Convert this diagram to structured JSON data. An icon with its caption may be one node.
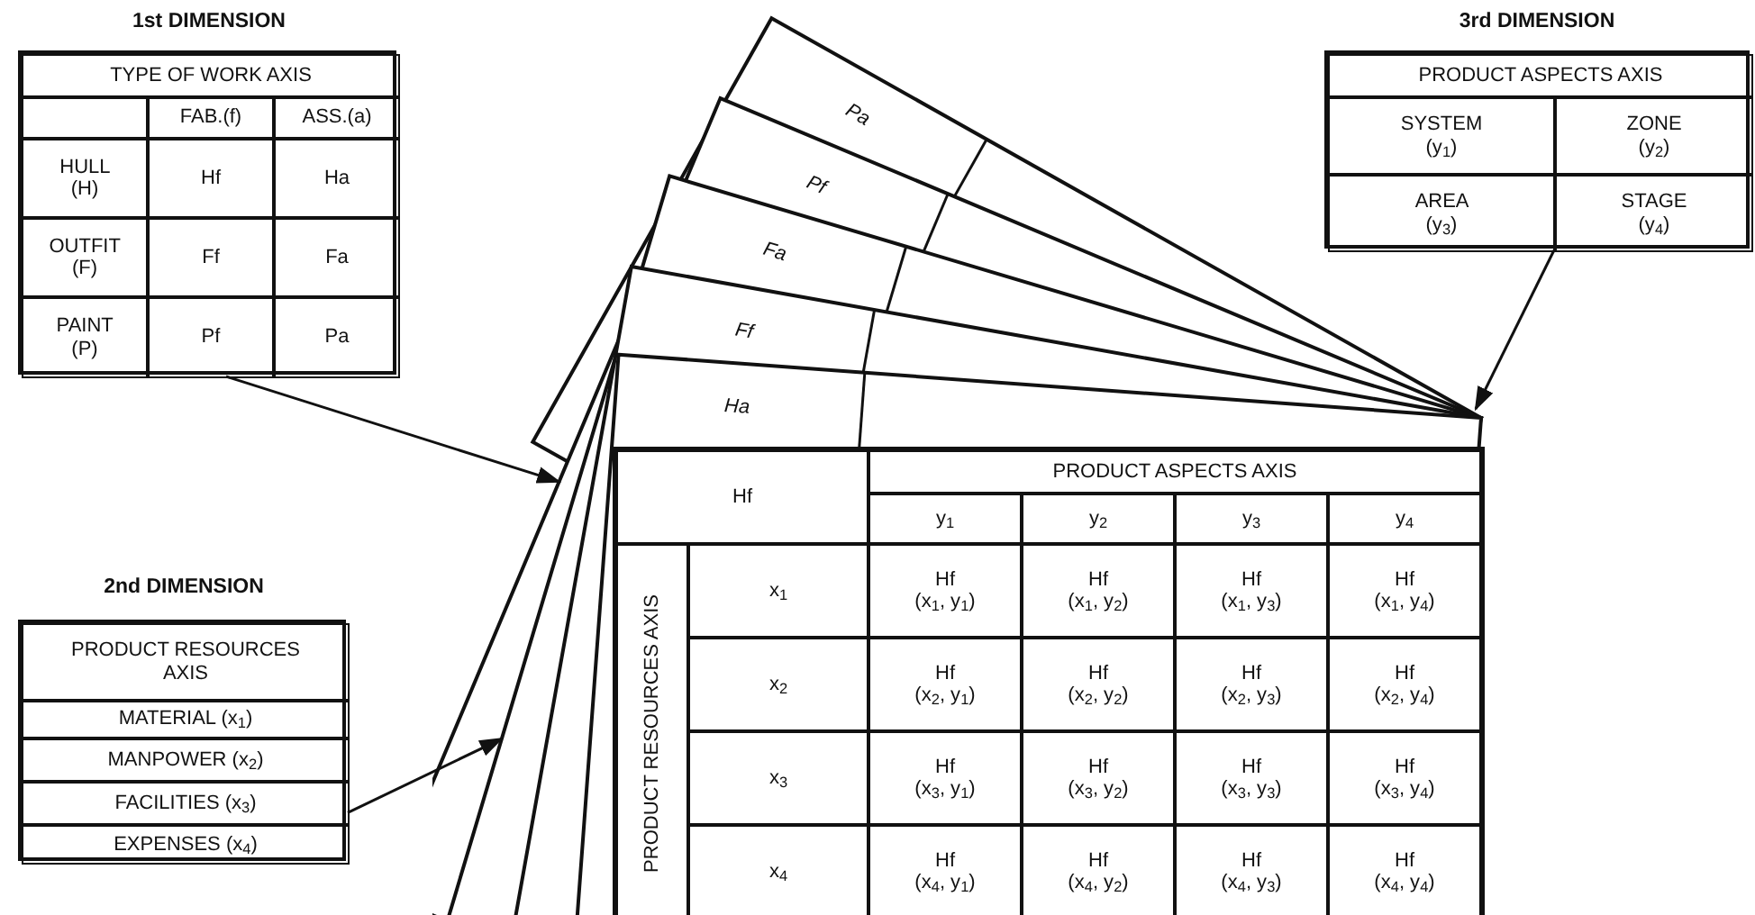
{
  "diagram": {
    "nodes": [
      {
        "text": [
          "1st DIMENSION",
          "TYPE OF WORK AXIS",
          "FAB.(f)",
          "ASS.(a)",
          "HULL (H)",
          "Hf",
          "Ha",
          "OUTFIT (F)",
          "Ff",
          "Fa",
          "PAINT (P)",
          "Pf",
          "Pa"
        ]
      },
      {
        "text": [
          "2nd DIMENSION",
          "PRODUCT RESOURCES AXIS",
          "MATERIAL (x$_{1}$)",
          "MANPOWER (x$_{2}$)",
          "FACILITIES (x$_{3}$)",
          "EXPENSES (x$_{4}$)"
        ]
      },
      {
        "text": [
          "3rd DIMENSION",
          "PRODUCT ASPECTS AXIS",
          "SYSTEM (y$_{1}$)",
          "ZONE (y$_{2}$)",
          "AREA (y$_{3}$)",
          "STAGE (y$_{4}$)"
        ]
      },
      {
        "text": [],
        "shape": "stack"
      },
      {
        "text": [
          "Pa"
        ],
        "in": 3
      },
      {
        "text": [
          "Pf"
        ],
        "in": 3
      },
      {
        "text": [
          "Fa"
        ],
        "in": 3
      },
      {
        "text": [
          "Ff"
        ],
        "in": 3
      },
      {
        "text": [
          "Ha"
        ],
        "in": 3
      },
      {
        "text": [
          "Hf",
          "PRODUCT ASPECTS AXIS",
          "y$_{1}$",
          "y$_{2}$",
          "y$_{3}$",
          "y$_{4}$",
          "PRODUCT RESOURCES AXIS",
          "x$_{1}$",
          "Hf",
          "(x$_{1}$, y$_{1}$)",
          "Hf",
          "(x$_{1}$, y$_{2}$)",
          "Hf",
          "(x$_{1}$, y$_{3}$)",
          "Hf",
          "(x$_{1}$, y$_{4}$)",
          "x$_{2}$",
          "Hf",
          "(x$_{2}$, y$_{1}$)",
          "Hf",
          "(x$_{2}$, y$_{2}$)",
          "Hf",
          "(x$_{2}$, y$_{3}$)",
          "Hf",
          "(x$_{2}$, y$_{4}$)",
          "x$_{3}$",
          "Hf",
          "(x$_{3}$, y$_{1}$)",
          "Hf",
          "(x$_{3}$, y$_{2}$)",
          "Hf",
          "(x$_{3}$, y$_{3}$)",
          "Hf",
          "(x$_{3}$, y$_{4}$)",
          "x$_{4}$",
          "Hf",
          "(x$_{4}$, y$_{1}$)",
          "Hf",
          "(x$_{4}$, y$_{2}$)",
          "Hf",
          "(x$_{4}$, y$_{3}$)",
          "Hf",
          "(x$_{4}$, y$_{4}$)"
        ],
        "in": 3
      }
    ],
    "edges": [
      {
        "from": 0,
        "to": 3,
        "arrow": "to"
      },
      {
        "from": 1,
        "to": 3,
        "arrow": "to"
      },
      {
        "from": 2,
        "to": 3,
        "arrow": "to"
      }
    ]
  }
}
